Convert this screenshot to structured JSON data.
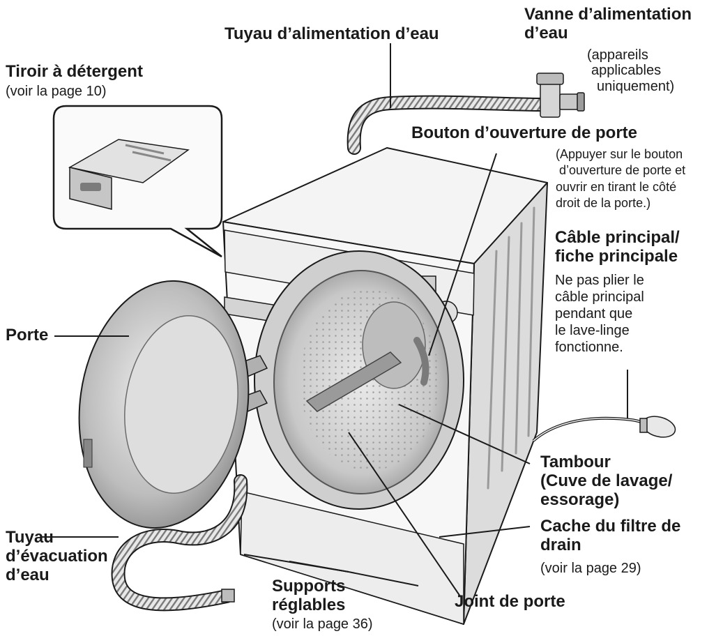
{
  "labels": {
    "supply_hose": "Tuyau d’alimentation d’eau",
    "valve_l1": "Vanne d’alimentation",
    "valve_l2": "d’eau",
    "valve_note_l1": "(appareils",
    "valve_note_l2": "applicables",
    "valve_note_l3": "uniquement)",
    "drawer": "Tiroir à détergent",
    "drawer_ref": "(voir la page 10)",
    "door_button": "Bouton d’ouverture de porte",
    "door_button_note_l1": "(Appuyer sur le bouton",
    "door_button_note_l2": "d’ouverture de porte et",
    "door_button_note_l3": "ouvrir en tirant le côté",
    "door_button_note_l4": "droit de la porte.)",
    "cable_l1": "Câble principal/",
    "cable_l2": "fiche principale",
    "cable_note_l1": "Ne pas plier le",
    "cable_note_l2": "câble principal",
    "cable_note_l3": "pendant que",
    "cable_note_l4": "le lave-linge",
    "cable_note_l5": "fonctionne.",
    "door": "Porte",
    "drum_l1": "Tambour",
    "drum_l2": "(Cuve de lavage/",
    "drum_l3": "essorage)",
    "filter_l1": "Cache du filtre de",
    "filter_l2": "drain",
    "filter_ref": "(voir la page 29)",
    "drain_hose_l1": "Tuyau",
    "drain_hose_l2": "d’évacuation",
    "drain_hose_l3": "d’eau",
    "feet_l1": "Supports",
    "feet_l2": "réglables",
    "feet_ref": "(voir la page 36)",
    "door_seal": "Joint de porte"
  },
  "colors": {
    "line": "#1a1a1a",
    "body": "#f2f2f2",
    "shade": "#d9d9d9",
    "dark": "#8c8c8c"
  }
}
